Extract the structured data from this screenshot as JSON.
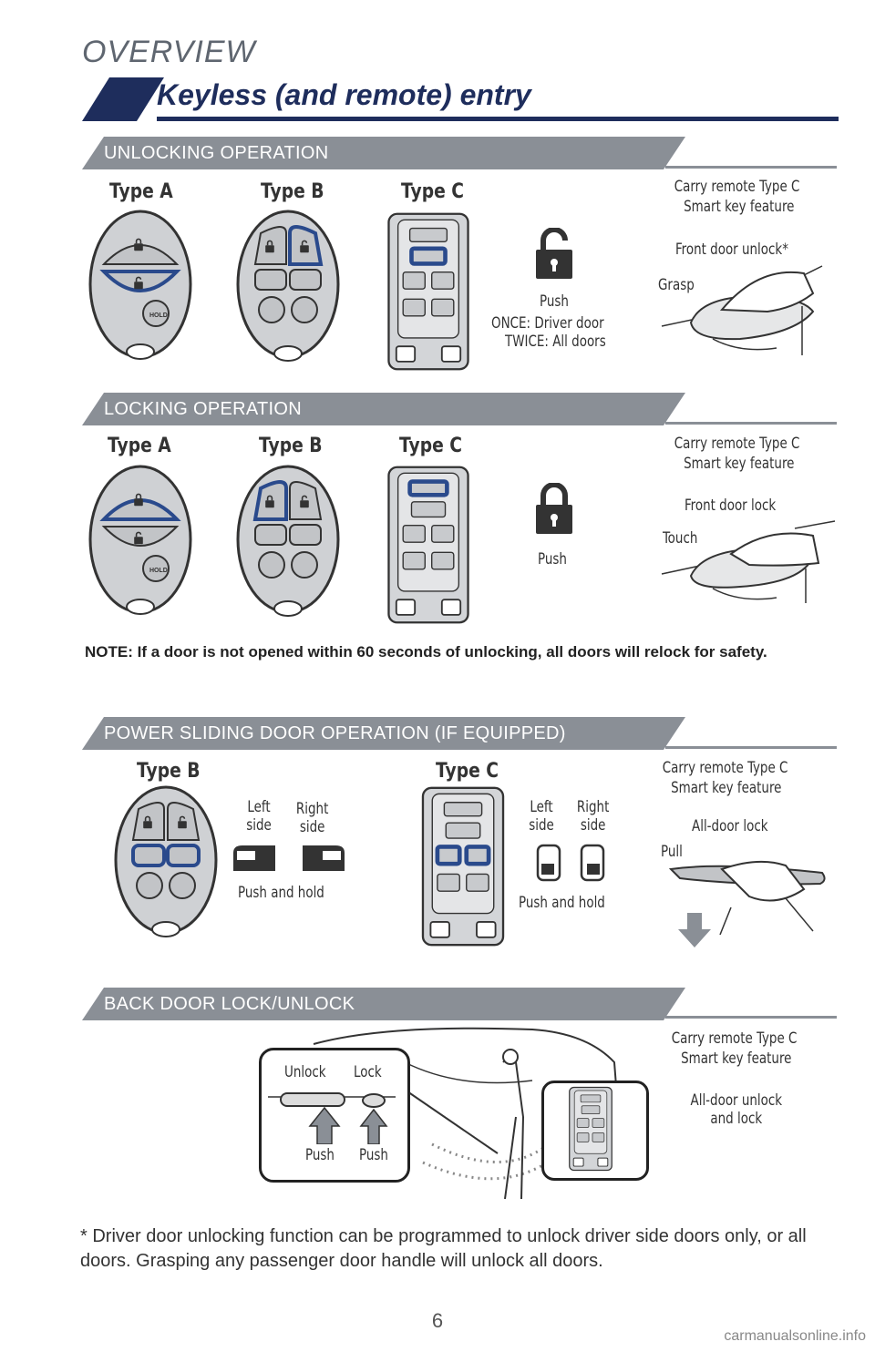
{
  "header": {
    "overview": "OVERVIEW",
    "title": "Keyless (and remote) entry"
  },
  "colors": {
    "navy": "#1e2d5c",
    "gray_bar": "#8a8f96",
    "fob_body": "#cfd1d4",
    "highlight": "#2a4a8c"
  },
  "icons": [
    "lock-icon",
    "unlock-icon",
    "van-left-icon",
    "van-right-icon",
    "hold-icon",
    "panic-icon",
    "down-arrow-icon"
  ],
  "unlocking": {
    "heading": "UNLOCKING OPERATION",
    "type_a": "Type A",
    "type_b": "Type B",
    "type_c": "Type C",
    "push": "Push",
    "once": "ONCE: Driver door",
    "twice": "TWICE: All doors",
    "carry1": "Carry remote Type C",
    "carry2": "Smart key feature",
    "front": "Front door unlock*",
    "grasp": "Grasp"
  },
  "locking": {
    "heading": "LOCKING OPERATION",
    "type_a": "Type A",
    "type_b": "Type B",
    "type_c": "Type C",
    "push": "Push",
    "carry1": "Carry remote Type C",
    "carry2": "Smart key feature",
    "front": "Front door lock",
    "touch": "Touch"
  },
  "note": "NOTE: If a door is not opened within 60 seconds of unlocking, all doors will relock for safety.",
  "sliding": {
    "heading": "POWER SLIDING DOOR OPERATION (IF EQUIPPED)",
    "type_b": "Type B",
    "type_c": "Type C",
    "left1": "Left",
    "left2": "side",
    "right1": "Right",
    "right2": "side",
    "push_hold": "Push and hold",
    "carry1": "Carry remote Type C",
    "carry2": "Smart key feature",
    "alldoor": "All-door lock",
    "pull": "Pull"
  },
  "backdoor": {
    "heading": "BACK DOOR LOCK/UNLOCK",
    "unlock": "Unlock",
    "lock": "Lock",
    "push1": "Push",
    "push2": "Push",
    "carry1": "Carry remote Type C",
    "carry2": "Smart key feature",
    "all1": "All-door unlock",
    "all2": "and lock"
  },
  "footnote": "* Driver door unlocking function can be programmed to unlock driver side doors only, or all doors. Grasping any passenger door handle will unlock all doors.",
  "fob_text": {
    "hold": "HOLD"
  },
  "page_number": "6",
  "watermark": "carmanualsonline.info"
}
